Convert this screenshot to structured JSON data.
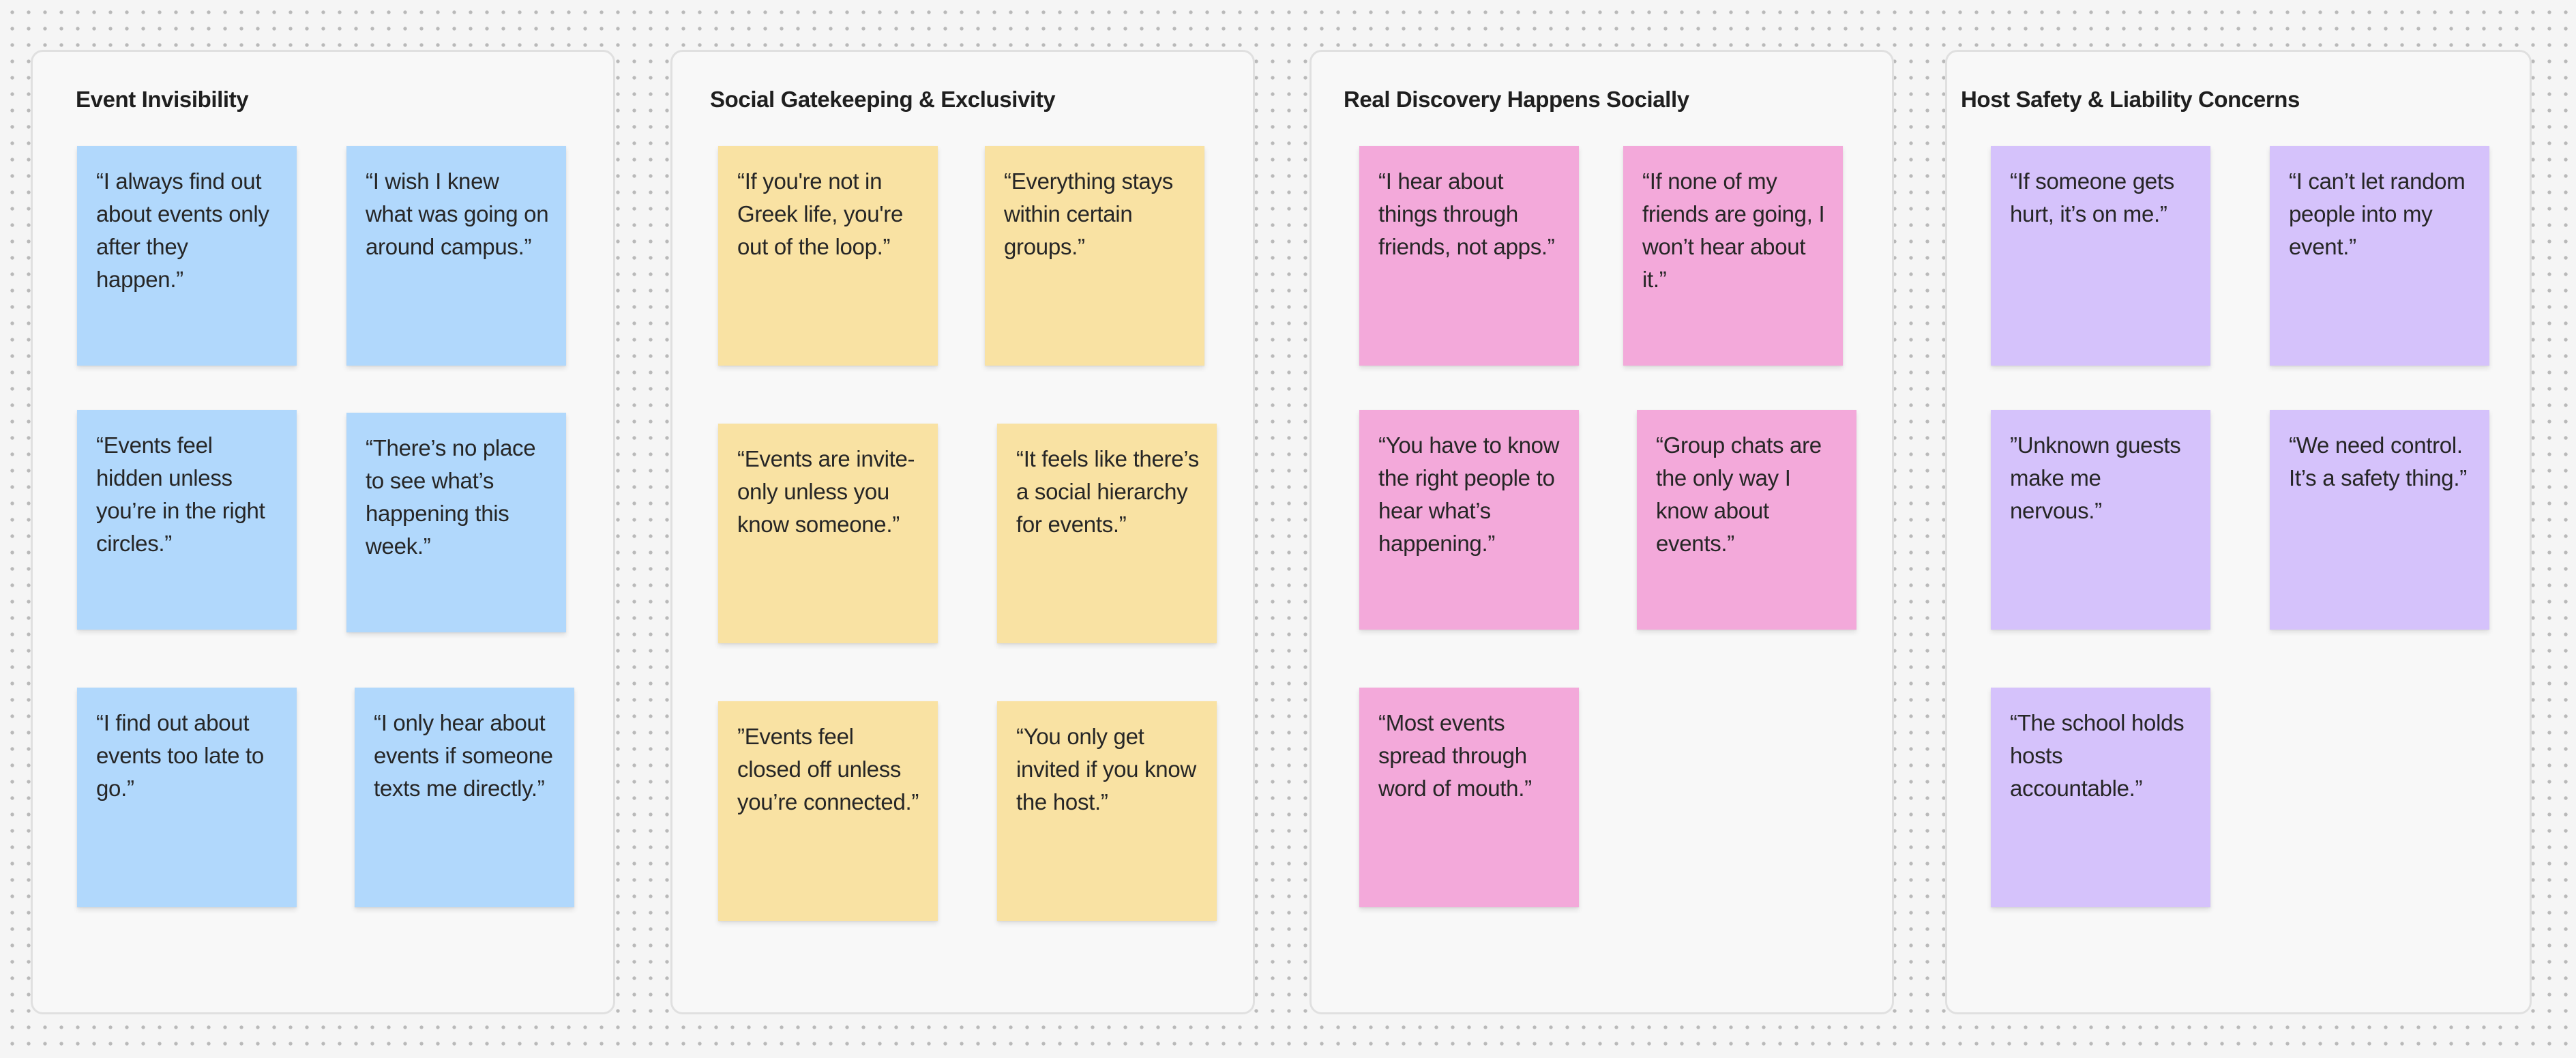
{
  "board": {
    "sections": [
      {
        "title": "Event Invisibility",
        "color": "#b1d8fc",
        "notes": [
          "“I always find out about events only after they happen.”",
          "“I wish I knew what was going on around campus.”",
          "“Events feel hidden unless you’re in the right circles.”",
          "“There’s no place to see what’s happening this week.”",
          "“I find out about events too late to go.”",
          "“I only hear about events if someone texts me directly.”"
        ]
      },
      {
        "title": "Social Gatekeeping & Exclusivity",
        "color": "#f9e2a3",
        "notes": [
          "“If you're not in Greek life, you're out of the loop.”",
          "“Everything stays within certain groups.”",
          "“Events are invite-only unless you know someone.”",
          "“It feels like there’s a social hierarchy for events.”",
          "”Events feel closed off unless you’re connected.”",
          "“You only get invited if you know the host.”"
        ]
      },
      {
        "title": "Real Discovery Happens Socially",
        "color": "#f3a9da",
        "notes": [
          "“I hear about things through friends, not apps.”",
          "“If none of my friends are going, I won’t hear about it.”",
          "“You have to know the right people to hear what’s happening.”",
          "“Group chats are the only way I know about events.”",
          "“Most events spread through word of mouth.”"
        ]
      },
      {
        "title": "Host Safety & Liability Concerns",
        "color": "#d5c2fb",
        "notes": [
          "“If someone gets hurt, it’s on me.”",
          "“I can’t let random people into my event.”",
          "”Unknown guests make me nervous.”",
          "“We need control. It’s a safety thing.”",
          "“The school holds hosts accountable.”"
        ]
      }
    ]
  }
}
